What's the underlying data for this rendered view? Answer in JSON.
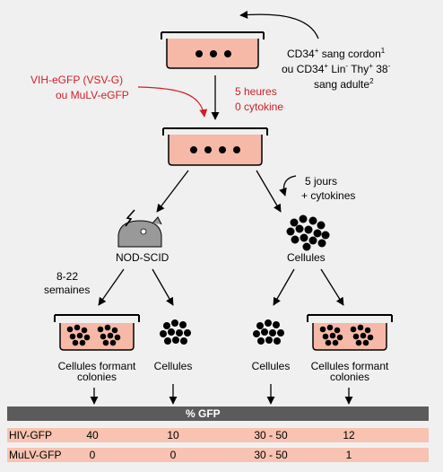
{
  "source": {
    "line1": {
      "main": "CD34",
      "sup1": "+",
      "rest": " sang cordon",
      "sup2": "1"
    },
    "line2": {
      "a": "ou CD34",
      "asup": "+",
      "b": " Lin",
      "bsup": "-",
      "c": " Thy",
      "csup": "+",
      "d": " 38",
      "dsup": "-"
    },
    "line3": {
      "main": "sang adulte",
      "sup": "2"
    }
  },
  "vector": {
    "line1": "VIH-eGFP (VSV-G)",
    "line2": "ou MuLV-eGFP"
  },
  "transduction": {
    "time": "5 heures",
    "cytokine": "0 cytokine"
  },
  "culture": {
    "line1": "5 jours",
    "line2": "+ cytokines"
  },
  "left_branch": {
    "label": "NOD-SCID",
    "duration_1": "8-22",
    "duration_2": "semaines"
  },
  "right_branch": {
    "label": "Cellules"
  },
  "outcomes": {
    "cfc_left_1": "Cellules formant",
    "cfc_left_2": "colonies",
    "cells_left": "Cellules",
    "cells_right": "Cellules",
    "cfc_right_1": "Cellules formant",
    "cfc_right_2": "colonies"
  },
  "table": {
    "header": "% GFP",
    "rows": [
      {
        "label": "HIV-GFP",
        "values": [
          "40",
          "10",
          "30 - 50",
          "12"
        ]
      },
      {
        "label": "MuLV-GFP",
        "values": [
          "0",
          "0",
          "30 - 50",
          "1"
        ]
      }
    ]
  },
  "colors": {
    "background": "#f0f0f0",
    "dish_fill": "#f6b9a7",
    "table_header": "#5b5b5b",
    "table_row": "#f8c3b1",
    "accent_red": "#d01f26"
  }
}
